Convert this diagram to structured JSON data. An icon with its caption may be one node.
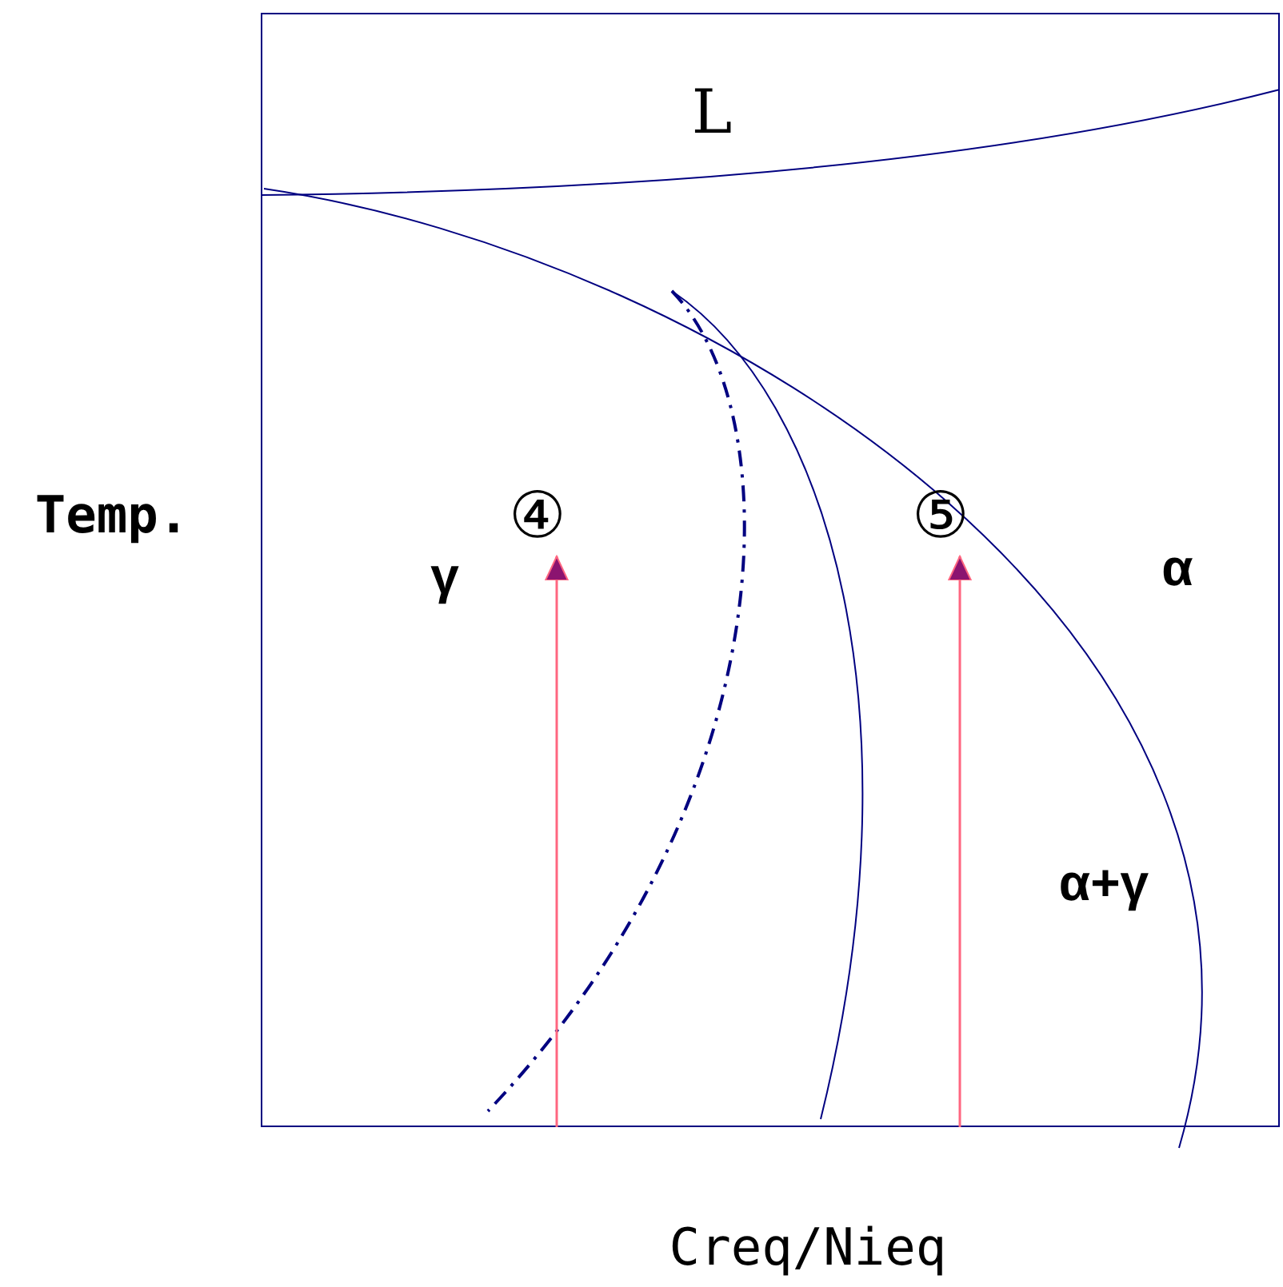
{
  "diagram": {
    "nodes": [
      {
        "text": [
          "④"
        ]
      },
      {
        "text": [
          "⑤"
        ]
      }
    ],
    "edges": [
      {
        "from": null,
        "to": 0,
        "arrow": "to"
      },
      {
        "from": null,
        "to": 1,
        "arrow": "to"
      }
    ],
    "labels": [
      "L",
      "Temp.",
      "γ",
      "α",
      "α+γ",
      "Creq/Nieq"
    ]
  }
}
